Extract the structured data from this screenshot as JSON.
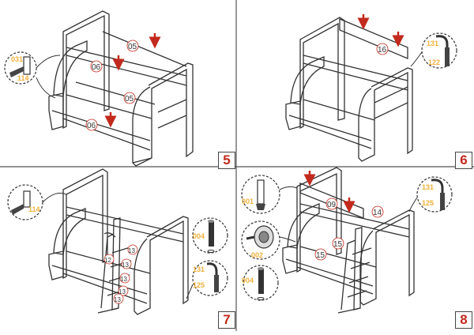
{
  "colors": {
    "arrow": "#c22a1d",
    "callout": "#f0b03a",
    "step_number": "#c22a1d",
    "line": "#333333"
  },
  "steps": [
    {
      "number": "5",
      "callouts": [
        "031",
        "114"
      ],
      "parts": [
        "05",
        "06",
        "05",
        "06"
      ]
    },
    {
      "number": "6",
      "callouts": [
        "131",
        "122"
      ],
      "parts": [
        "16"
      ]
    },
    {
      "number": "7",
      "callouts": [
        "114",
        "004",
        "131",
        "125"
      ],
      "parts": [
        "12",
        "13",
        "13",
        "13",
        "13",
        "13"
      ]
    },
    {
      "number": "8",
      "callouts": [
        "001",
        "002",
        "004",
        "131",
        "125"
      ],
      "parts": [
        "09",
        "14",
        "15",
        "15"
      ]
    }
  ]
}
